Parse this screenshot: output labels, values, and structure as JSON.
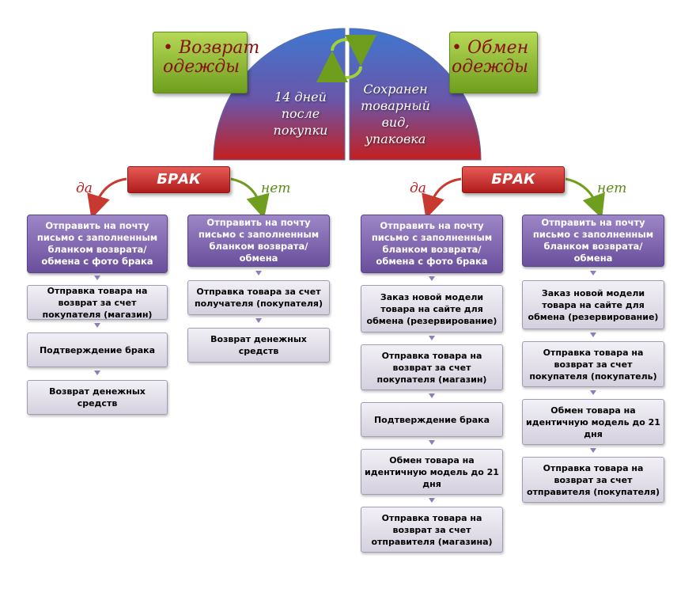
{
  "top": {
    "left_label": "• Возврат\nодежды",
    "right_label": "• Обмен\nодежды",
    "dome_left": "14 дней\nпосле\nпокупки",
    "dome_right": "Сохранен\nтоварный\nвид,\nупаковка"
  },
  "left_branch": {
    "defect": "БРАК",
    "yes": "да",
    "no": "нет",
    "yes_head": "Отправить на почту письмо с заполненным бланком возврата/обмена с фото брака",
    "no_head": "Отправить на почту письмо с заполненным бланком возврата/обмена",
    "yes_steps": [
      "Отправка товара на возврат за счет покупателя (магазин)",
      "Подтверждение брака",
      "Возврат денежных средств"
    ],
    "no_steps": [
      "Отправка товара за счет получателя (покупателя)",
      "Возврат денежных средств"
    ]
  },
  "right_branch": {
    "defect": "БРАК",
    "yes": "да",
    "no": "нет",
    "yes_head": "Отправить на почту письмо с заполненным бланком возврата/обмена с фото брака",
    "no_head": "Отправить на почту письмо с заполненным бланком возврата/обмена",
    "yes_steps": [
      "Заказ новой модели товара на сайте для обмена (резервирование)",
      "Отправка товара на возврат за счет покупателя (магазин)",
      "Подтверждение брака",
      "Обмен товара на идентичную модель до 21 дня",
      "Отправка товара на возврат за счет отправителя (магазина)"
    ],
    "no_steps": [
      "Заказ новой модели товара на сайте для обмена (резервирование)",
      "Отправка товара на возврат за счет покупателя (покупатель)",
      "Обмен товара на идентичную модель до 21 дня",
      "Отправка товара на возврат за счет отправителя (покупателя)"
    ]
  },
  "colors": {
    "green_box": "#8fbf35",
    "dome_top": "#3d6fc4",
    "dome_bottom": "#c42020",
    "defect_box": "#d03a36",
    "purple_box": "#7e66b0",
    "gray_box": "#e2dfea"
  }
}
